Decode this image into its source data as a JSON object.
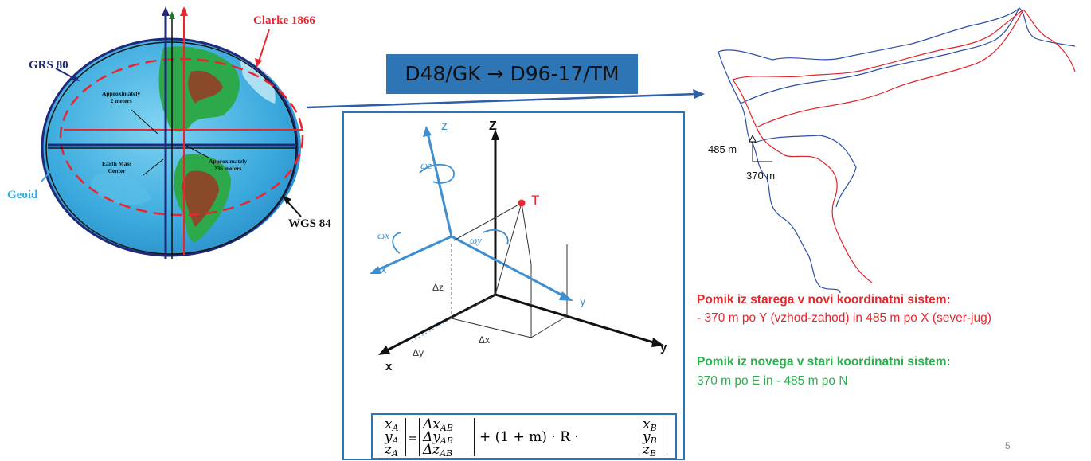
{
  "globe": {
    "label_clarke": "Clarke 1866",
    "label_grs80": "GRS 80",
    "label_geoid": "Geoid",
    "label_wgs84": "WGS 84",
    "label_approx2": "Approximately\n2 meters",
    "label_approx236": "Approximately\n236 meters",
    "label_center": "Earth Mass\nCenter"
  },
  "transform": {
    "title": "D48/GK → D96-17/TM"
  },
  "axes_figure": {
    "z_label": "z",
    "Z_label": "Z",
    "T_label": "T",
    "x_label": "x",
    "y_label": "y",
    "X_label": "x",
    "Y_label": "y",
    "dz": "Δz",
    "dy": "Δy",
    "dx": "Δx",
    "wz": "ωz",
    "wx": "ωx",
    "wy": "ωy"
  },
  "formula": {
    "lhs": [
      "x_A",
      "y_A",
      "z_A"
    ],
    "delta": [
      "Δx_AB",
      "Δy_AB",
      "Δz_AB"
    ],
    "middle": "+ (1 + m) · R ·",
    "rhs": [
      "x_B",
      "y_B",
      "z_B"
    ]
  },
  "map": {
    "label_485": "485 m",
    "label_370": "370 m"
  },
  "notes": {
    "old_to_new_title": "Pomik iz starega v novi koordinatni sistem:",
    "old_to_new_text": "- 370 m po Y (vzhod-zahod) in 485 m po X (sever-jug)",
    "new_to_old_title": "Pomik iz novega v stari koordinatni sistem:",
    "new_to_old_text": "370 m po E in - 485 m po N"
  },
  "page_number": "5",
  "colors": {
    "accent": "#2e75b6",
    "red": "#e8262d",
    "green": "#2ab04f",
    "blue_line": "#2b4fa8"
  }
}
